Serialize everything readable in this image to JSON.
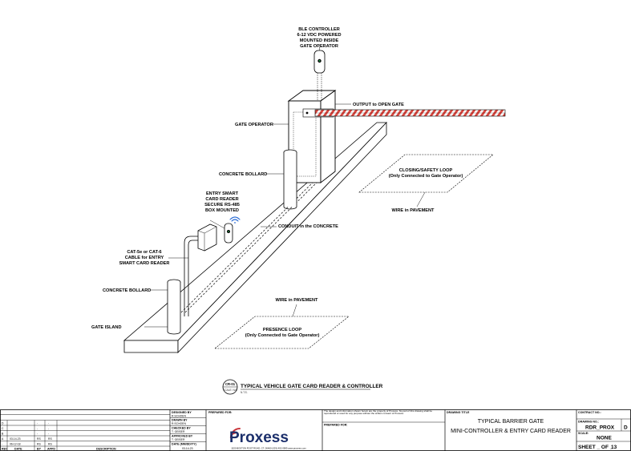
{
  "labels": {
    "ble_controller": [
      "BLE CONTROLLER",
      "6-12 VDC POWERED",
      "MOUNTED INSIDE",
      "GATE OPERATOR"
    ],
    "output_to_open_gate": "OUTPUT to OPEN GATE",
    "gate_operator": "GATE OPERATOR",
    "concrete_bollard_top": "CONCRETE BOLLARD",
    "closing_safety_loop": [
      "CLOSING/SAFETY LOOP",
      "(Only Connected to Gate Operator)"
    ],
    "wire_in_pavement_top": "WIRE in PAVEMENT",
    "entry_smart_card_reader": [
      "ENTRY SMART",
      "CARD READER",
      "SECURE RS-485",
      "BOX MOUNTED"
    ],
    "conduit_in_concrete": "CONDUIT in the CONCRETE",
    "cat_cable": [
      "CAT-5e or CAT-6",
      "CABLE for ENTRY",
      "SMART CARD READER"
    ],
    "concrete_bollard_bottom": "CONCRETE BOLLARD",
    "wire_in_pavement_bottom": "WIRE in PAVEMENT",
    "presence_loop": [
      "PRESENCE LOOP",
      "(Only Connected to Gate Operator)"
    ],
    "gate_island": "GATE ISLAND"
  },
  "detail": {
    "id": "CR-01",
    "sub": "SCALE: N/A",
    "title": "TYPICAL VEHICLE GATE CARD READER & CONTROLLER",
    "scale": "N.T.S."
  },
  "title_block": {
    "revisions": [
      {
        "rev": "D",
        "date": "",
        "by": "-",
        "appd": "-",
        "description": ""
      },
      {
        "rev": "C",
        "date": "",
        "by": "-",
        "appd": "-",
        "description": ""
      },
      {
        "rev": "B",
        "date": "",
        "by": "-",
        "appd": "-",
        "description": ""
      },
      {
        "rev": "A",
        "date": "03-14-23",
        "by": "RS",
        "appd": "RS",
        "description": ""
      },
      {
        "rev": "-",
        "date": "06-12-18",
        "by": "RS",
        "appd": "RS",
        "description": ""
      }
    ],
    "rev_headers": [
      "REV",
      "DATE",
      "BY",
      "APPD",
      "DESCRIPTION"
    ],
    "designed_by_label": "DESIGNED BY",
    "designed_by": "R.SCHOEN",
    "drawn_by_label": "DRAWN BY",
    "drawn_by": "R.SCHOEN",
    "checked_by_label": "CHECKED BY",
    "checked_by": "T. GEISER",
    "approved_by_label": "APPROVED BY",
    "approved_by": "T. GEISER",
    "date_label": "DATE (MM/DD/YY)",
    "date": "03-14-23",
    "prepared_for_label": "PREPARED FOR:",
    "brand": "Proxess",
    "address": "1520 BOSTON POST ROAD, CT, 06460  (203) 402-0989  www.proxess.com",
    "disclaimer": "The design and information shown herein are the property of Proxess. No part of this drawing shall be reproduced or used for any purpose without the written consent of Proxess.",
    "prepared_for_section_label": "PREPARED FOR:",
    "drawing_title_label": "DRAWING TITLE",
    "drawing_title": [
      "TYPICAL BARRIER GATE",
      "MINI-CONTROLLER & ENTRY CARD READER"
    ],
    "contract_no_label": "CONTRACT NO.:",
    "drawing_no_label": "DRAWING NO.:",
    "drawing_no": "RDR_PROX",
    "drawing_rev": "D",
    "scale_label": "SCALE:",
    "scale": "NONE",
    "sheet_text": "SHEET _ OF _",
    "sheet_total": "13"
  },
  "colors": {
    "gate_arm_stripe": "#d9463e",
    "wifi": "#2f6fd6",
    "brand_icon": "#c9353a",
    "brand_text": "#1c2f6b"
  }
}
